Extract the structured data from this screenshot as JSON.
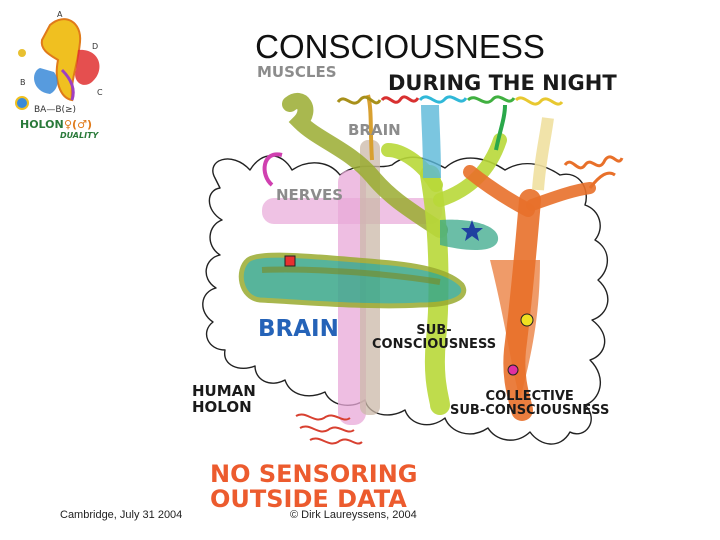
{
  "title": "CONSCIOUSNESS",
  "labels": {
    "muscles": "MUSCLES",
    "during_the_night": "DURING THE NIGHT",
    "brain_small": "BRAIN",
    "nerves": "NERVES",
    "brain_big": "BRAIN",
    "subconsciousness_line1": "SUB-",
    "subconsciousness_line2": "CONSCIOUSNESS",
    "human_line1": "HUMAN",
    "human_line2": "HOLON",
    "collective_line1": "COLLECTIVE",
    "collective_line2": "SUB-CONSCIOUSNESS",
    "no_sensoring_line1": "NO SENSORING",
    "no_sensoring_line2": "OUTSIDE DATA"
  },
  "logo": {
    "letter_a": "A",
    "letter_b": "B",
    "letter_c": "C",
    "letter_d": "D",
    "ba_text": "BA—B(≥)",
    "holon": "HOLON",
    "holon_symbols": "♀(♂)",
    "duality": "DUALITY"
  },
  "footer": {
    "left": "Cambridge, July 31 2004",
    "right": "© Dirk Laureyssens, 2004"
  },
  "colors": {
    "muscles": "#8a9a2a",
    "brain_band": "#cbb8a8",
    "nerves": "#e8a8d8",
    "brain_core": "#3aa88a",
    "subconscious": "#b8d838",
    "collective": "#e8702a",
    "accent_blue": "#2563b8",
    "accent_orange": "#ec5b2e"
  }
}
